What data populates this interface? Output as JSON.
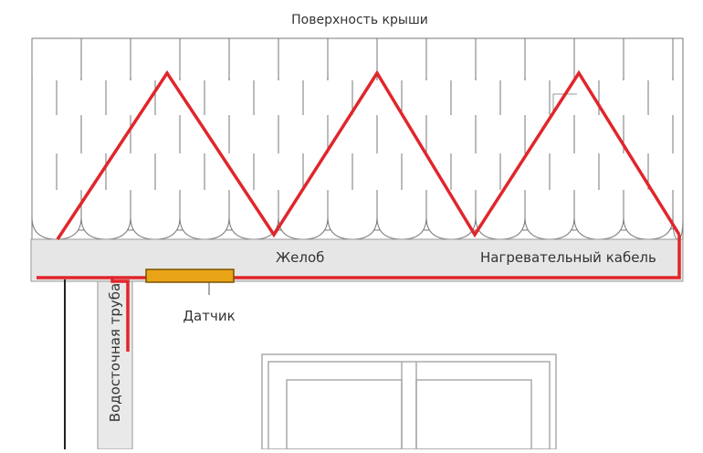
{
  "labels": {
    "roof_surface": "Поверхность крыши",
    "gutter": "Желоб",
    "heating_cable": "Нагревательный кабель",
    "sensor": "Датчик",
    "downpipe": "Водосточная труба"
  },
  "colors": {
    "cable": "#e0262b",
    "sensor_fill": "#e8a317",
    "sensor_stroke": "#7a5200",
    "gutter_fill": "#e6e6e6",
    "outline": "#777777",
    "drop_wire": "#222222"
  }
}
